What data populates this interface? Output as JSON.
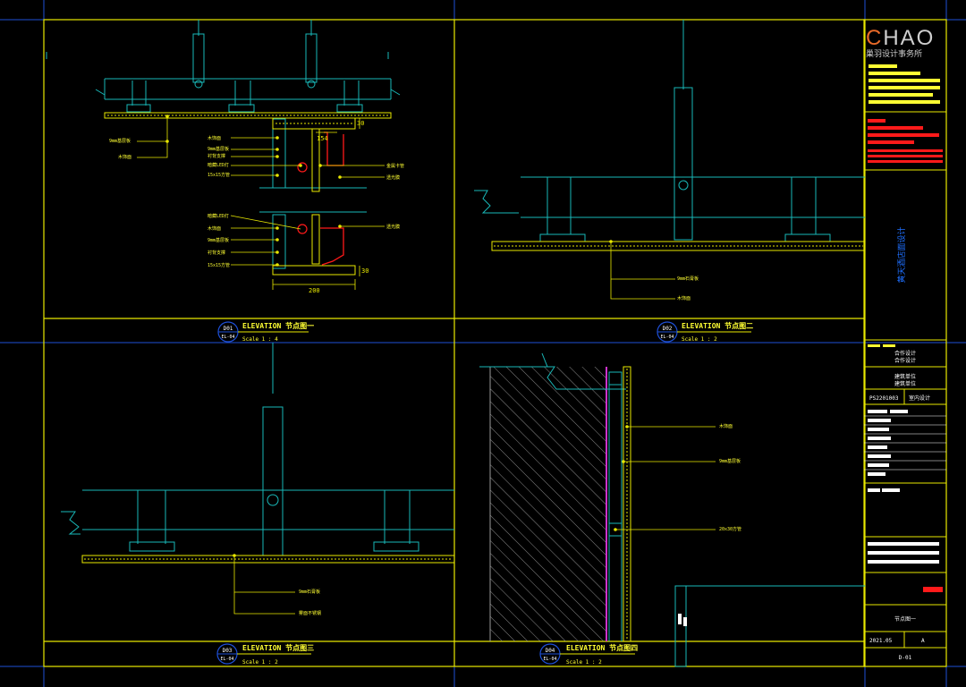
{
  "brand": {
    "logo": "CHAO",
    "subtitle": "巢羽设计事务所"
  },
  "project": {
    "name": "黄天酒店面设计"
  },
  "colors": {
    "frame": "#e8e800",
    "grid": "#1e4fd6",
    "wire": "#19b8b8",
    "leader": "#ffff33",
    "accent": "#ff1a1a",
    "magenta": "#cc33cc",
    "logo_c": "#e86a28",
    "logo_text": "#cfcfcf"
  },
  "detail1": {
    "tag": "D01",
    "sheet": "EL-04",
    "title": "ELEVATION  节点图一",
    "scale": "Scale 1 : 4",
    "labels": [
      "9mm基层板",
      "木饰面",
      "木饰面",
      "9mm基层板",
      "衬背支撑",
      "暗藏LED灯",
      "15x15方管",
      "金属卡管",
      "透光膜",
      "暗藏LED灯",
      "木饰面",
      "9mm基层板",
      "衬背支撑",
      "15x15方管",
      "透光膜"
    ],
    "dims": [
      "30",
      "154",
      "200",
      "30"
    ]
  },
  "detail2": {
    "tag": "D02",
    "sheet": "EL-04",
    "title": "ELEVATION  节点图二",
    "scale": "Scale 1 : 2",
    "labels": [
      "9mm石膏板",
      "木饰面"
    ]
  },
  "detail3": {
    "tag": "D03",
    "sheet": "EL-04",
    "title": "ELEVATION  节点图三",
    "scale": "Scale 1 : 2",
    "labels": [
      "9mm石膏板",
      "雾面不锈钢"
    ]
  },
  "detail4": {
    "tag": "D04",
    "sheet": "EL-04",
    "title": "ELEVATION  节点图四",
    "scale": "Scale 1 : 2",
    "labels": [
      "木饰面",
      "9mm基层板",
      "20x30方管"
    ]
  },
  "titleblock": {
    "design": "合作设计",
    "design2": "合作设计",
    "unit": "建筑单位",
    "unit2": "建筑单位",
    "code": "PS2201003",
    "discipline": "室内设计",
    "drawing_name": "节点图一",
    "date": "2021.05",
    "rev": "A",
    "sheet_no": "D-01"
  }
}
